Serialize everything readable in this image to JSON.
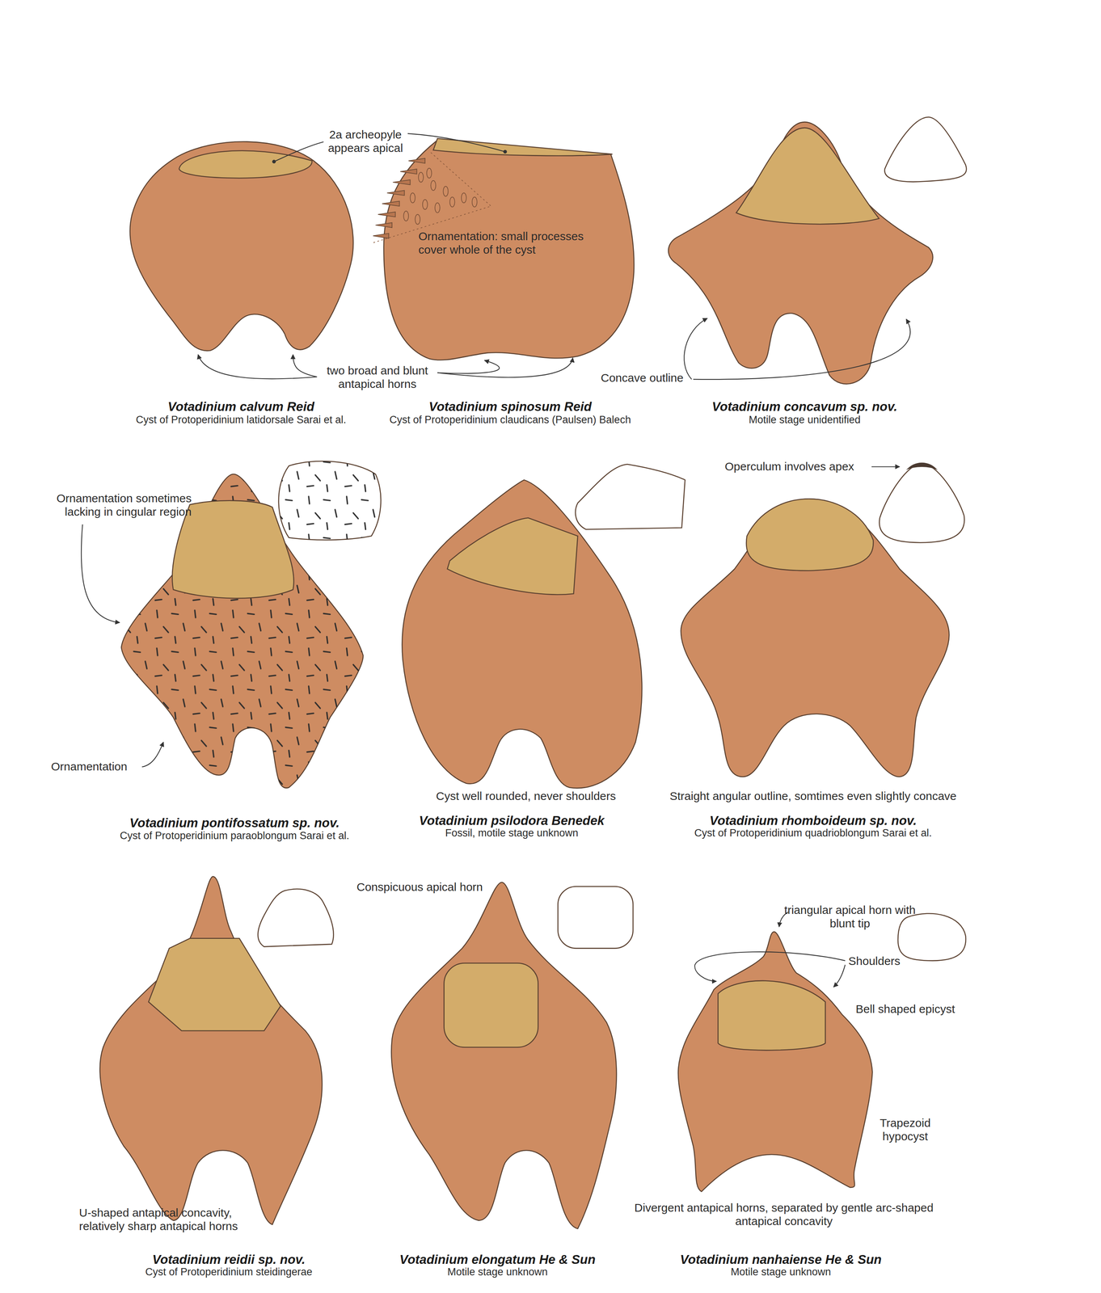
{
  "diagram": {
    "labels": [
      "2a archeopyle appears apical",
      "Ornamentation: small processes cover whole of the cyst",
      "two broad and blunt antapical horns",
      "Concave outline",
      "Votadinium calvum Reid",
      "Cyst of Protoperidinium latidorsale Sarai et al.",
      "Votadinium spinosum Reid",
      "Cyst of Protoperidinium claudicans (Paulsen) Balech",
      "Votadinium concavum sp. nov.",
      "Motile stage unidentified",
      "Ornamentation sometimes lacking in cingular region",
      "Ornamentation",
      "Operculum involves apex",
      "Cyst well rounded, never shoulders",
      "Straight angular outline, somtimes even slightly concave",
      "Votadinium pontifossatum sp. nov.",
      "Cyst of Protoperidinium paraoblongum Sarai et al.",
      "Votadinium psilodora Benedek",
      "Fossil, motile stage unknown",
      "Votadinium rhomboideum sp. nov.",
      "Cyst of Protoperidinium quadrioblongum Sarai et al.",
      "Conspicuous apical horn",
      "triangular apical horn with blunt tip",
      "Shoulders",
      "Bell shaped epicyst",
      "Trapezoid hypocyst",
      "U-shaped antapical concavity, relatively sharp antapical horns",
      "Divergent antapical horns, separated by gentle arc-shaped antapical concavity",
      "Votadinium reidii sp. nov.",
      "Cyst of Protoperidinium steidingerae",
      "Votadinium elongatum He & Sun",
      "Motile stage unknown",
      "Votadinium nanhaiense He & Sun",
      "Motile stage unknown"
    ]
  }
}
